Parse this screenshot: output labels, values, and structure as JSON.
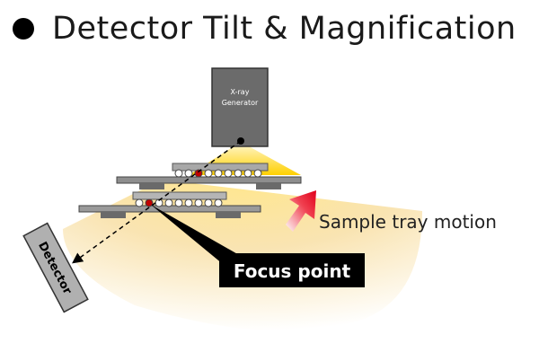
{
  "title": {
    "text": "Detector Tilt & Magnification",
    "bullet_icon": "filled-circle"
  },
  "generator": {
    "label_line1": "X-ray",
    "label_line2": "Generator"
  },
  "detector": {
    "label": "Detector"
  },
  "sample_tray": {
    "label": "Sample tray motion"
  },
  "focus": {
    "label": "Focus point"
  },
  "colors": {
    "beam_light": "#fff6cc",
    "beam_strong": "#ffd21a",
    "cone": "#f6dca0",
    "tray": "#9a9a9a",
    "tray_dark": "#5f5f5f",
    "focus_ball": "#c00000",
    "arrow": "#e8102a",
    "callout": "#000000"
  }
}
